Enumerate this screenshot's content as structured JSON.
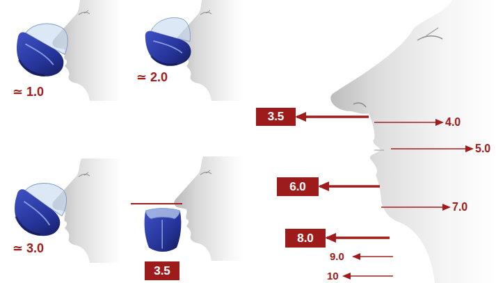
{
  "diagram": {
    "nodes": [
      {
        "text": [
          "3.5"
        ]
      },
      {
        "text": [
          "3.5"
        ]
      },
      {
        "text": [
          "6.0"
        ]
      },
      {
        "text": [
          "8.0"
        ]
      }
    ],
    "labels": [
      "≃ 1.0",
      "≃ 2.0",
      "≃ 3.0",
      "4.0",
      "5.0",
      "7.0",
      "9.0",
      "10"
    ]
  }
}
